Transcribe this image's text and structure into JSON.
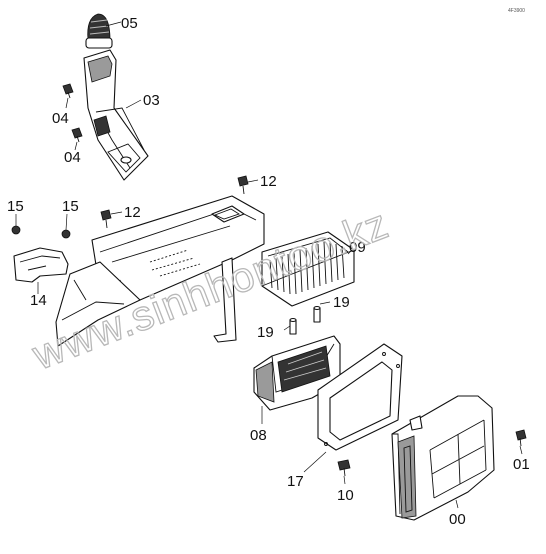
{
  "corner_code": "4F3900",
  "watermark": "www.sinhhontoo.kz",
  "callouts": [
    {
      "id": "05",
      "text": "05"
    },
    {
      "id": "03",
      "text": "03"
    },
    {
      "id": "04a",
      "text": "04"
    },
    {
      "id": "04b",
      "text": "04"
    },
    {
      "id": "12a",
      "text": "12"
    },
    {
      "id": "12b",
      "text": "12"
    },
    {
      "id": "15a",
      "text": "15"
    },
    {
      "id": "15b",
      "text": "15"
    },
    {
      "id": "14",
      "text": "14"
    },
    {
      "id": "09",
      "text": "09"
    },
    {
      "id": "19a",
      "text": "19"
    },
    {
      "id": "19b",
      "text": "19"
    },
    {
      "id": "08",
      "text": "08"
    },
    {
      "id": "17",
      "text": "17"
    },
    {
      "id": "10",
      "text": "10"
    },
    {
      "id": "01",
      "text": "01"
    },
    {
      "id": "00",
      "text": "00"
    }
  ]
}
